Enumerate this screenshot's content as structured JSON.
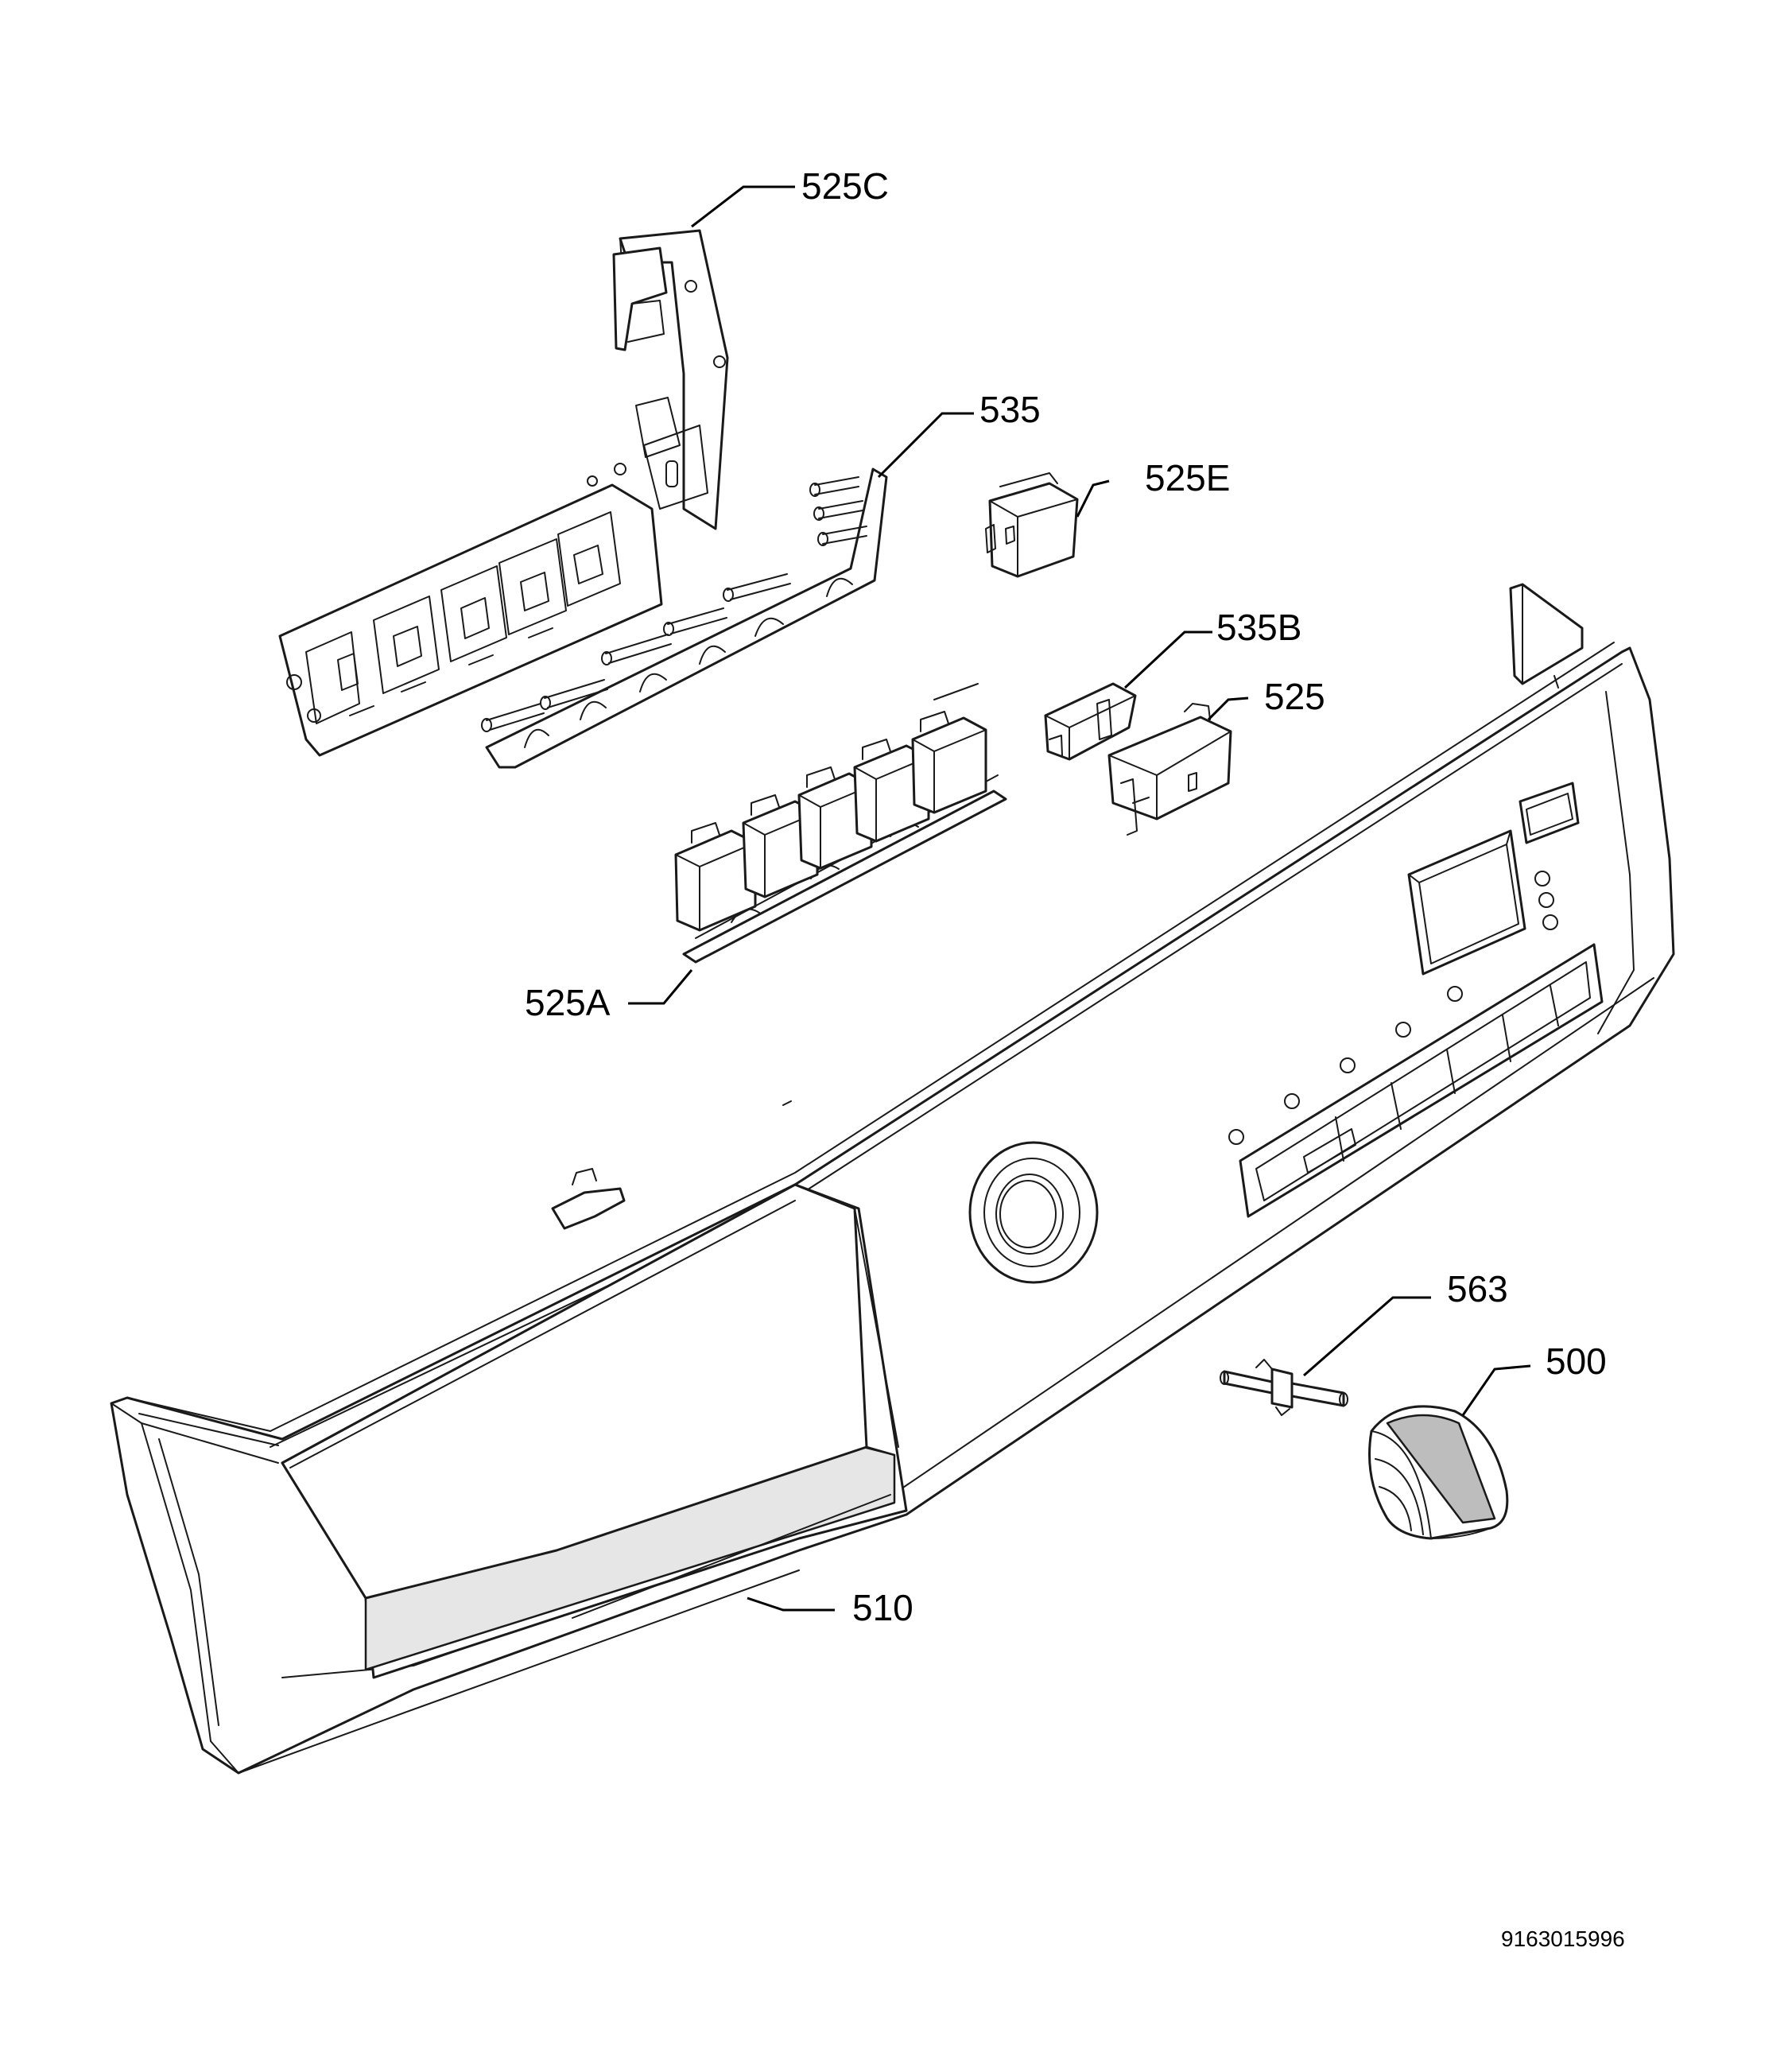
{
  "parts": {
    "p525C": "525C",
    "p535": "535",
    "p525E": "525E",
    "p535B": "535B",
    "p525": "525",
    "p525A": "525A",
    "p563": "563",
    "p500": "500",
    "p510": "510"
  },
  "document_number": "9163015996"
}
